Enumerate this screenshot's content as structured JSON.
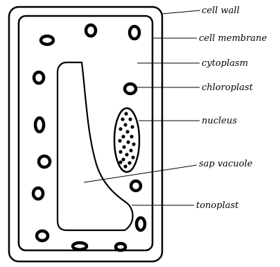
{
  "diagram": {
    "labels": {
      "cell_wall": "cell wall",
      "cell_membrane": "cell membrane",
      "cytoplasm": "cytoplasm",
      "chloroplast": "chloroplast",
      "nucleus": "nucleus",
      "sap_vacuole": "sap vacuole",
      "tonoplast": "tonoplast"
    },
    "colors": {
      "stroke": "#000000",
      "background": "#ffffff"
    }
  }
}
